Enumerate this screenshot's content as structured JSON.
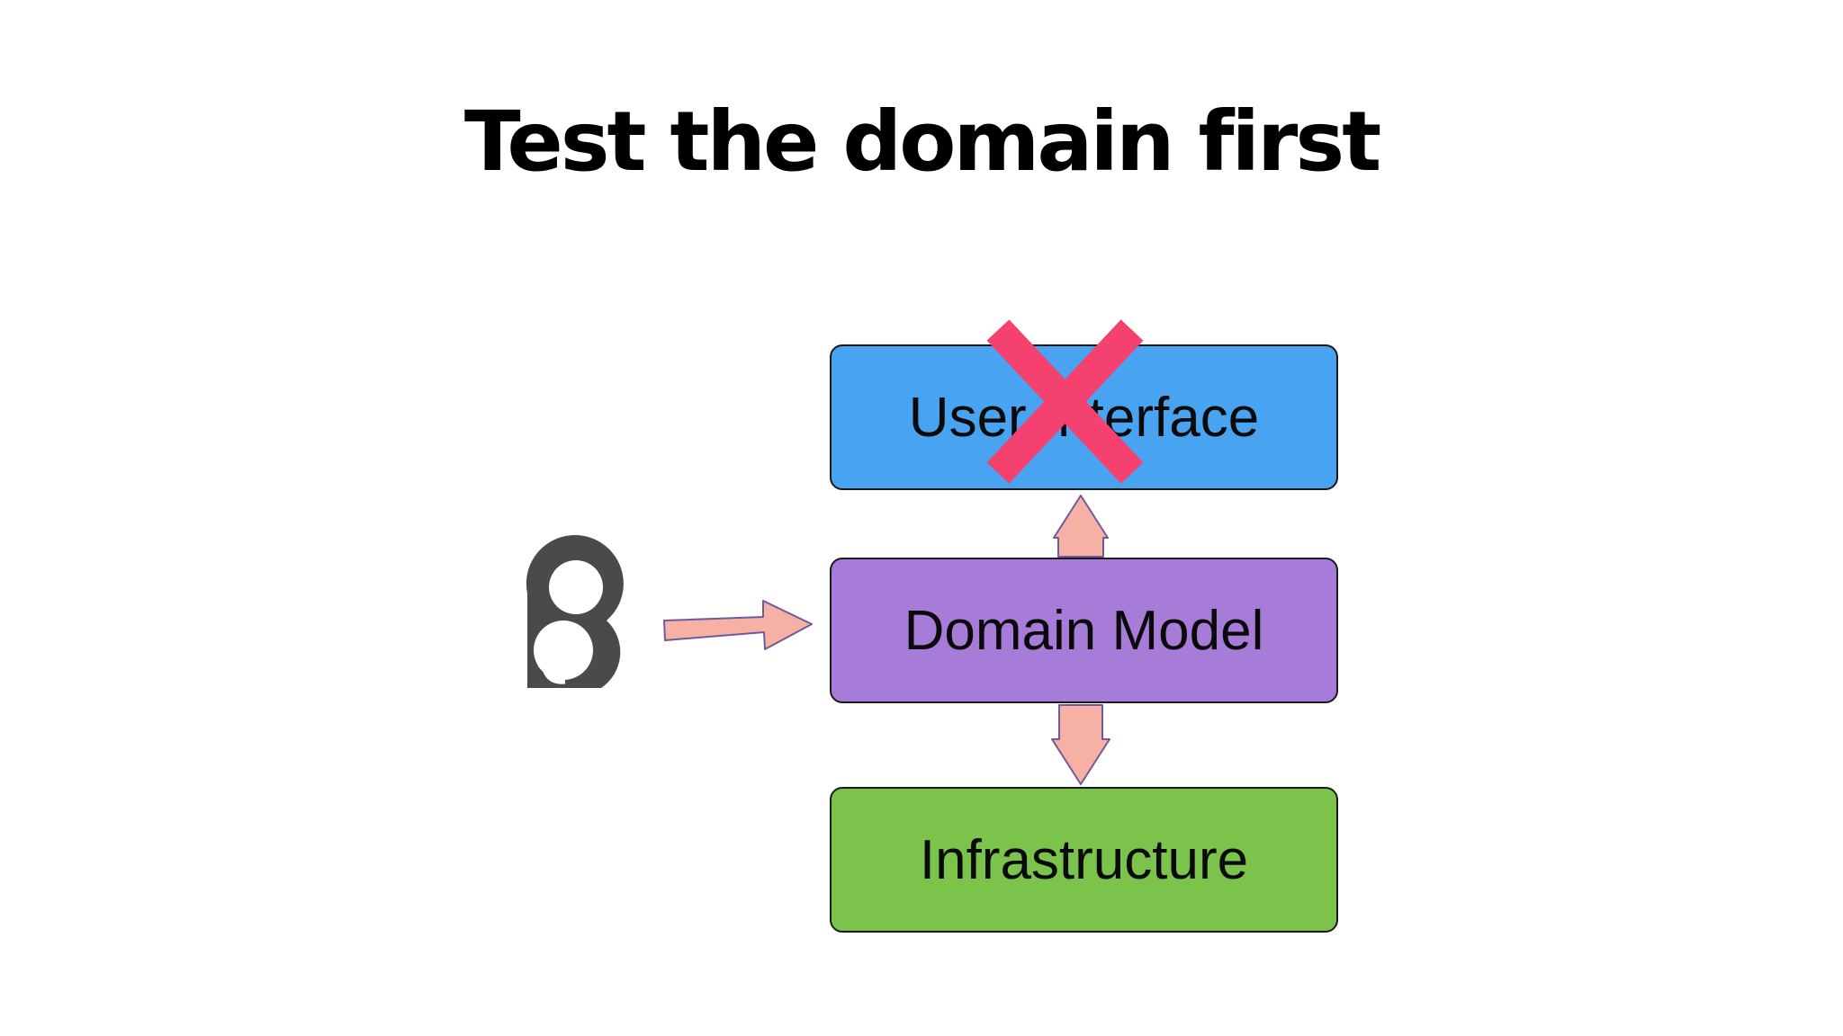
{
  "slide": {
    "title": "Test the domain first"
  },
  "diagram": {
    "layers": [
      {
        "label": "User Interface",
        "color": "#48a3f0",
        "crossed_out": true
      },
      {
        "label": "Domain Model",
        "color": "#a67cd8",
        "crossed_out": false
      },
      {
        "label": "Infrastructure",
        "color": "#7bc34a",
        "crossed_out": false
      }
    ],
    "arrow_color": "#f7b0a4",
    "arrow_outline_color": "#6e5a9e",
    "cross_color": "#f5416f",
    "logo_color": "#4a4a4a",
    "logo_icon": "behave-logo-icon"
  }
}
